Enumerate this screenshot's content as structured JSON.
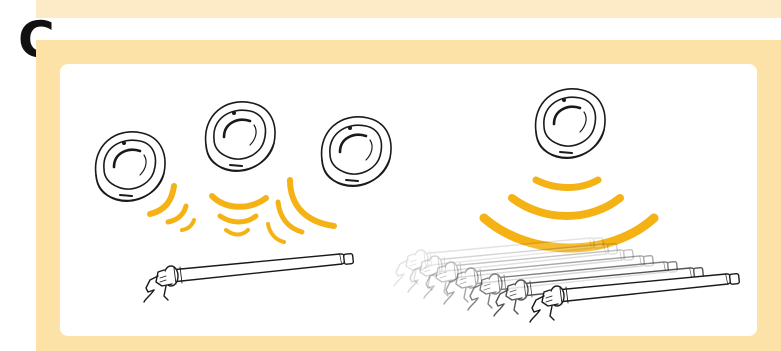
{
  "section": {
    "letter": "C"
  },
  "colors": {
    "panel_background": "#fde2a8",
    "top_strip": "#fdebc7",
    "card_background": "#ffffff",
    "signal_accent": "#f5b214",
    "outline": "#1a1a1a"
  },
  "illustration": {
    "left_group": {
      "remote_count": 3,
      "motor_count": 1,
      "icons": [
        "wall-remote-icon",
        "signal-waves-icon",
        "tubular-motor-icon"
      ]
    },
    "right_group": {
      "remote_count": 1,
      "motor_count": 7,
      "icons": [
        "wall-remote-icon",
        "signal-waves-icon",
        "tubular-motor-icon"
      ]
    }
  }
}
